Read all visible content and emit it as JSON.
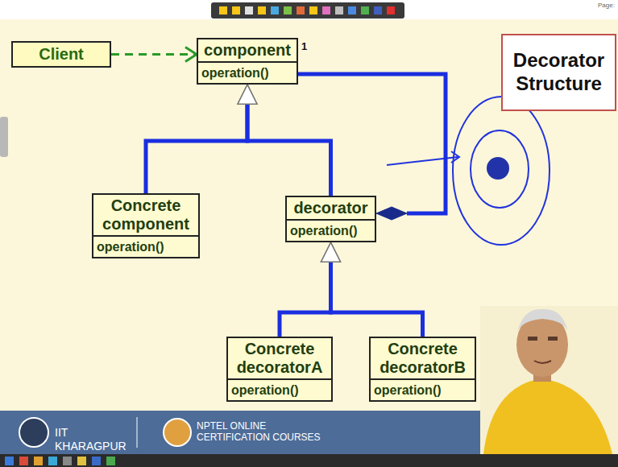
{
  "diagram": {
    "title": "Decorator Structure",
    "nodes": [
      {
        "text": [
          "Client"
        ]
      },
      {
        "text": [
          "component",
          "operation()"
        ]
      },
      {
        "text": [
          "Decorator Structure"
        ]
      },
      {
        "text": [
          "Concrete component",
          "operation()"
        ]
      },
      {
        "text": [
          "decorator",
          "operation()"
        ]
      },
      {
        "text": [
          "Concrete decoratorA",
          "operation()"
        ]
      },
      {
        "text": [
          "Concrete decoratorB",
          "operation()"
        ]
      }
    ],
    "edges": [
      {
        "from": 0,
        "to": 1,
        "arrow": "to"
      },
      {
        "from": 3,
        "to": 1,
        "arrow": "to"
      },
      {
        "from": 4,
        "to": 1,
        "arrow": "to"
      },
      {
        "from": 1,
        "to": 4,
        "arrow": "to"
      },
      {
        "from": 5,
        "to": 4,
        "arrow": "to"
      },
      {
        "from": 6,
        "to": 4,
        "arrow": "to"
      }
    ],
    "labels": [
      "1",
      "Page:",
      "IIT KHARAGPUR",
      "NPTEL ONLINE CERTIFICATION COURSES"
    ]
  }
}
